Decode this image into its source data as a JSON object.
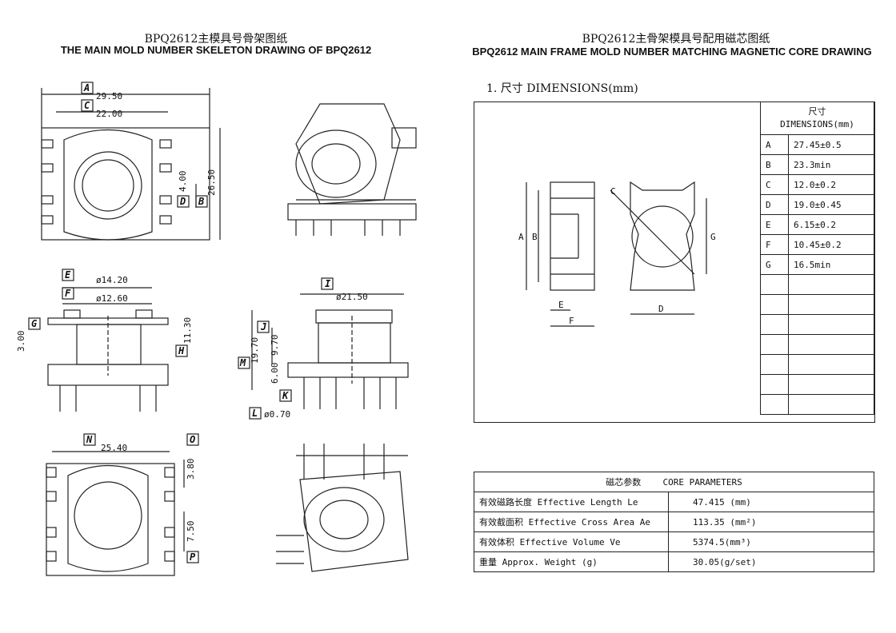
{
  "left": {
    "title_cn": "BPQ2612主模具号骨架图纸",
    "title_en": "THE MAIN MOLD NUMBER SKELETON DRAWING OF BPQ2612",
    "dims": {
      "A": "29.50",
      "C": "22.00",
      "D": "4.00",
      "B": "26.50",
      "E": "ø14.20",
      "F": "ø12.60",
      "G": "3.00",
      "H": "11.30",
      "I": "ø21.50",
      "J": "9.70",
      "M": "19.70",
      "K": "6.00",
      "L": "ø0.70",
      "N": "25.40",
      "O": "3.80",
      "P": "7.50"
    },
    "letters": [
      "A",
      "B",
      "C",
      "D",
      "E",
      "F",
      "G",
      "H",
      "I",
      "J",
      "K",
      "L",
      "M",
      "N",
      "O",
      "P"
    ]
  },
  "right": {
    "title_cn": "BPQ2612主骨架模具号配用磁芯图纸",
    "title_en": "BPQ2612 MAIN FRAME MOLD NUMBER MATCHING MAGNETIC CORE DRAWING",
    "section": "1. 尺寸 DIMENSIONS(mm)",
    "dim_header_cn": "尺寸",
    "dim_header_en": "DIMENSIONS(mm)",
    "dimensions": [
      {
        "k": "A",
        "v": "27.45±0.5"
      },
      {
        "k": "B",
        "v": "23.3min"
      },
      {
        "k": "C",
        "v": "12.0±0.2"
      },
      {
        "k": "D",
        "v": "19.0±0.45"
      },
      {
        "k": "E",
        "v": "6.15±0.2"
      },
      {
        "k": "F",
        "v": "10.45±0.2"
      },
      {
        "k": "G",
        "v": "16.5min"
      }
    ],
    "empty_rows": 7,
    "drawing_labels": {
      "A": "A",
      "B": "B",
      "C": "C",
      "D": "D",
      "E": "E",
      "F": "F",
      "G": "G"
    },
    "core_header_cn": "磁芯参数",
    "core_header_en": "CORE PARAMETERS",
    "core_params": [
      {
        "name": "有效磁路长度 Effective Length  Le",
        "value": "47.415  (mm)"
      },
      {
        "name": "有效截面积 Effective Cross Area Ae",
        "value": "113.35  (mm²)"
      },
      {
        "name": "有效体积 Effective Volume Ve",
        "value": "5374.5(mm³)"
      },
      {
        "name": "重量 Approx. Weight (g)",
        "value": "30.05(g/set)"
      }
    ]
  }
}
